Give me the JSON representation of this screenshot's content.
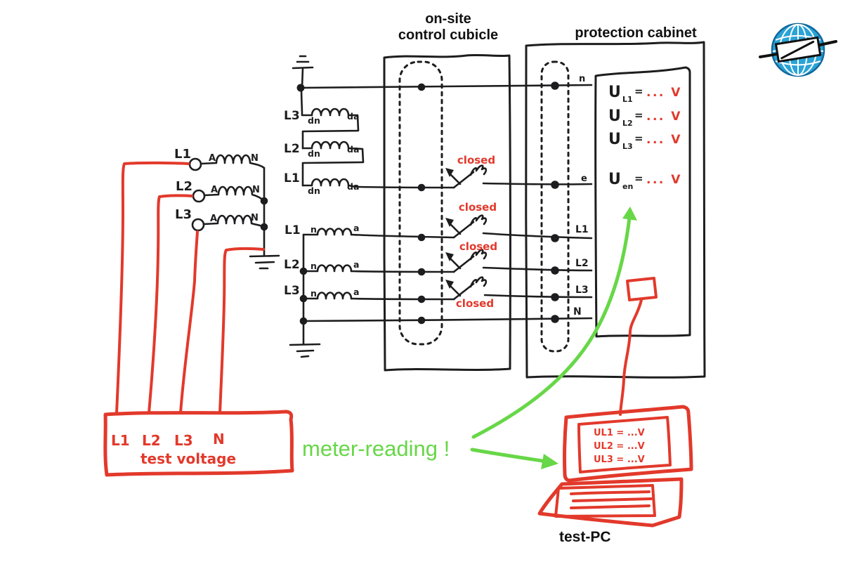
{
  "header": {
    "cubicle_line1": "on-site",
    "cubicle_line2": "control cubicle",
    "protection": "protection cabinet"
  },
  "source_box": {
    "terminals": [
      "L1",
      "L2",
      "L3",
      "N"
    ],
    "caption": "test voltage"
  },
  "feeder_coils": {
    "phases": [
      "L1",
      "L2",
      "L3"
    ],
    "start_terminal": "A",
    "end_terminal": "N"
  },
  "delta_windings": {
    "phases": [
      "L3",
      "L2",
      "L1"
    ],
    "start_terminal": "dn",
    "end_terminal": "da"
  },
  "star_windings": {
    "phases": [
      "L1",
      "L2",
      "L3"
    ],
    "start_terminal": "n",
    "end_terminal": "a"
  },
  "switch_labels": [
    "closed",
    "closed",
    "closed",
    "closed"
  ],
  "cabinet_terminals": [
    "n",
    "e",
    "L1",
    "L2",
    "L3",
    "N"
  ],
  "meter_readings": [
    {
      "symbol": "U",
      "subscript": "L1",
      "equals": "=",
      "value": "... V"
    },
    {
      "symbol": "U",
      "subscript": "L2",
      "equals": "=",
      "value": "... V"
    },
    {
      "symbol": "U",
      "subscript": "L3",
      "equals": "=",
      "value": "... V"
    },
    {
      "symbol": "U",
      "subscript": "en",
      "equals": "=",
      "value": "... V"
    }
  ],
  "annotation": {
    "meter_reading": "meter-reading !"
  },
  "test_pc": {
    "label": "test-PC",
    "screen_lines": [
      "UL1 =  ...V",
      "UL2 =  ...V",
      "UL3 =  ...V"
    ]
  },
  "colors": {
    "ink": "#1d1d1f",
    "red": "#e2392b",
    "green": "#67d747",
    "logo_blue": "#2aa3d6"
  }
}
